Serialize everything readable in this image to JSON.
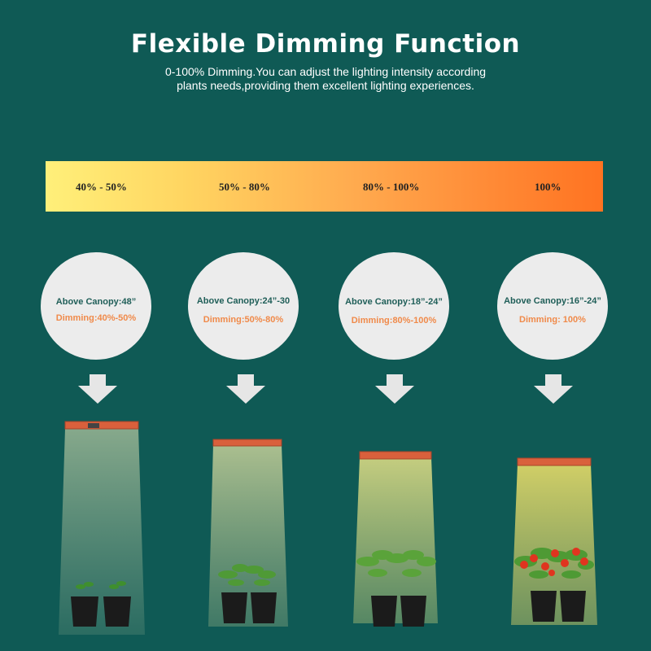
{
  "header": {
    "title": "Flexible Dimming Function",
    "subtitle_line1": "0-100% Dimming.You can adjust the lighting intensity according",
    "subtitle_line2": "plants needs,providing them excellent lighting experiences."
  },
  "intensity_bar": {
    "labels": [
      "40% - 50%",
      "50% - 80%",
      "80% - 100%",
      "100%"
    ]
  },
  "levels": [
    {
      "canopy": "Above Canopy:48”",
      "dimming": "Dimming:40%-50%"
    },
    {
      "canopy": "Above Canopy:24”-30",
      "dimming": "Dimming:50%-80%"
    },
    {
      "canopy": "Above Canopy:18”-24”",
      "dimming": "Dimming:80%-100%"
    },
    {
      "canopy": "Above Canopy:16”-24”",
      "dimming": "Dimming: 100%"
    }
  ],
  "colors": {
    "background": "#0f5a55",
    "canopy_text": "#1f5e58",
    "dimming_text": "#f08a4a",
    "circle": "#ececec",
    "bar_start": "#fff07a",
    "bar_end": "#ff7321",
    "lamp": "#d9603c"
  },
  "icons": [
    "arrow-down-icon",
    "grow-light-icon",
    "plant-pot-icon",
    "plant-icon",
    "tomato-icon"
  ]
}
